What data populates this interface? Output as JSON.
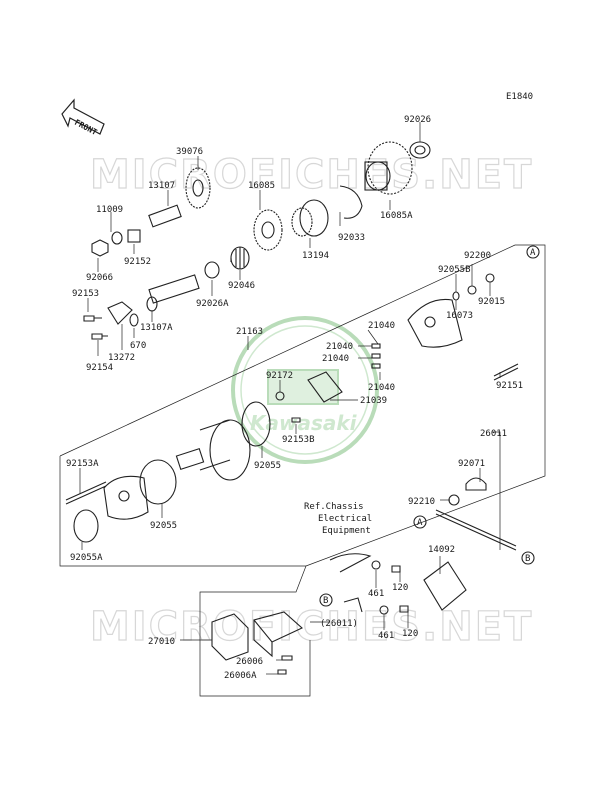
{
  "diagram_code": "E1840",
  "front_arrow_label": "FRONT",
  "watermark_text": "MICROFICHES.NET",
  "logo_text": "Kawasaki",
  "ref_note": [
    "Ref.Chassis",
    "Electrical",
    "Equipment"
  ],
  "connector_a": "A",
  "connector_b": "B",
  "parts": {
    "p92026": "92026",
    "p39076": "39076",
    "p13107": "13107",
    "p16085": "16085",
    "p16085A": "16085A",
    "p11009": "11009",
    "p92033": "92033",
    "p13194": "13194",
    "p92152": "92152",
    "p92066": "92066",
    "p92046": "92046",
    "p92026A": "92026A",
    "p92153": "92153",
    "p13107A": "13107A",
    "p670": "670",
    "p13272": "13272",
    "p92154": "92154",
    "p21163": "21163",
    "p92200": "92200",
    "p92055B": "92055B",
    "p92015": "92015",
    "p16073": "16073",
    "p21040a": "21040",
    "p21040b": "21040",
    "p21040c": "21040",
    "p21040d": "21040",
    "p92172": "92172",
    "p21039": "21039",
    "p92151": "92151",
    "p92153B": "92153B",
    "p92055": "92055",
    "p92055b2": "92055",
    "p92153A": "92153A",
    "p92055A": "92055A",
    "p26011": "26011",
    "p92071": "92071",
    "p92210": "92210",
    "p14092": "14092",
    "p461a": "461",
    "p120a": "120",
    "p461b": "461",
    "p120b": "120",
    "p26011ref": "(26011)",
    "p27010": "27010",
    "p26006": "26006",
    "p26006A": "26006A"
  }
}
